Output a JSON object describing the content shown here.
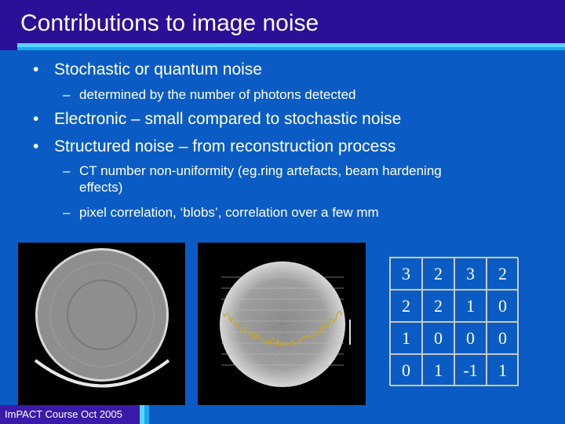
{
  "slide": {
    "title": "Contributions to image noise",
    "bullets": [
      {
        "marker": "•",
        "text": "Stochastic or quantum noise",
        "sub": [
          {
            "marker": "–",
            "text": "determined by the number of photons detected"
          }
        ]
      },
      {
        "marker": "•",
        "text": "Electronic – small compared to stochastic noise",
        "sub": []
      },
      {
        "marker": "•",
        "text": "Structured noise – from reconstruction process",
        "sub": [
          {
            "marker": "–",
            "text": "CT number non-uniformity (eg.ring artefacts, beam hardening effects)"
          },
          {
            "marker": "–",
            "text": "pixel correlation, ‘blobs’, correlation over a few mm"
          }
        ]
      }
    ],
    "matrix": [
      [
        "3",
        "2",
        "3",
        "2"
      ],
      [
        "2",
        "2",
        "1",
        "0"
      ],
      [
        "1",
        "0",
        "0",
        "0"
      ],
      [
        "0",
        "1",
        "-1",
        "1"
      ]
    ],
    "footer": "ImPACT Course Oct 2005"
  },
  "colors": {
    "background": "#0a5cc4",
    "title_bar": "#2b0f96",
    "accent_light": "#5ad3ff",
    "accent": "#1aa9ee",
    "profile_line": "#c8a81e"
  }
}
